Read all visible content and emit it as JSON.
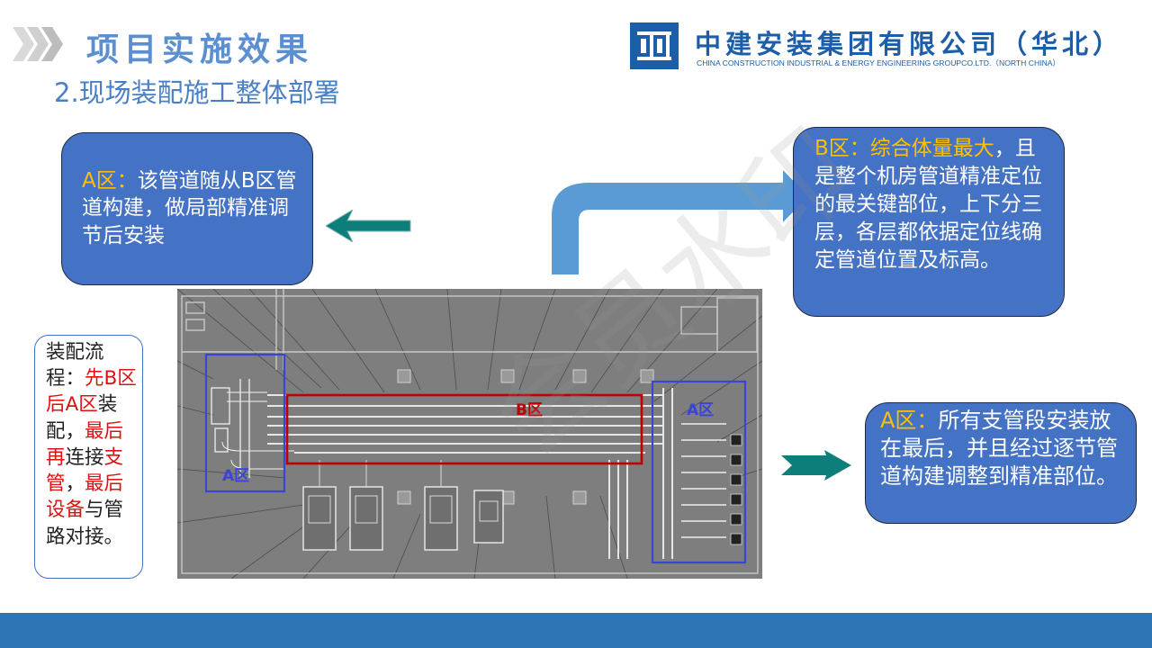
{
  "header": {
    "title": "项目实施效果",
    "subtitle": "2.现场装配施工整体部署"
  },
  "logo": {
    "mark": "cscec",
    "name_cn": "中建安装集团有限公司（华北）",
    "name_en": "CHINA CONSTRUCTION INDUSTRIAL & ENERGY ENGINEERING GROUPCO.LTD.（NORTH CHINA）"
  },
  "callouts": {
    "a_left": {
      "label": "A区：",
      "text": "该管道随从B区管道构建，做局部精准调节后安装"
    },
    "b": {
      "label": "B区：综合体量最大",
      "text": "，且是整个机房管道精准定位的最关键部位，上下分三层，各层都依据定位线确定管道位置及标高。"
    },
    "a_right": {
      "label": "A区：",
      "text": "所有支管段安装放在最后，并且经过逐节管道构建调整到精准部位。"
    }
  },
  "flow": {
    "heading": "装配流程：",
    "step1": "先B区后A区",
    "step1_tail": "装配，",
    "step2": "最后再",
    "step2_tail": "连接",
    "step3": "支管",
    "step3_tail": "，",
    "step4": "最后设备",
    "step4_tail": "与管路对接。"
  },
  "drawing": {
    "zone_b": "B区",
    "zone_a_left": "A区",
    "zone_a_right": "A区"
  },
  "watermark": "会员水印",
  "colors": {
    "accent_blue": "#4472c4",
    "footer_blue": "#2e75b6",
    "highlight_yellow": "#ffc000",
    "flow_red": "#e01010",
    "zone_red": "#c00000",
    "zone_blue": "#3a44d8",
    "arrow_teal": "#0e7e7a"
  }
}
